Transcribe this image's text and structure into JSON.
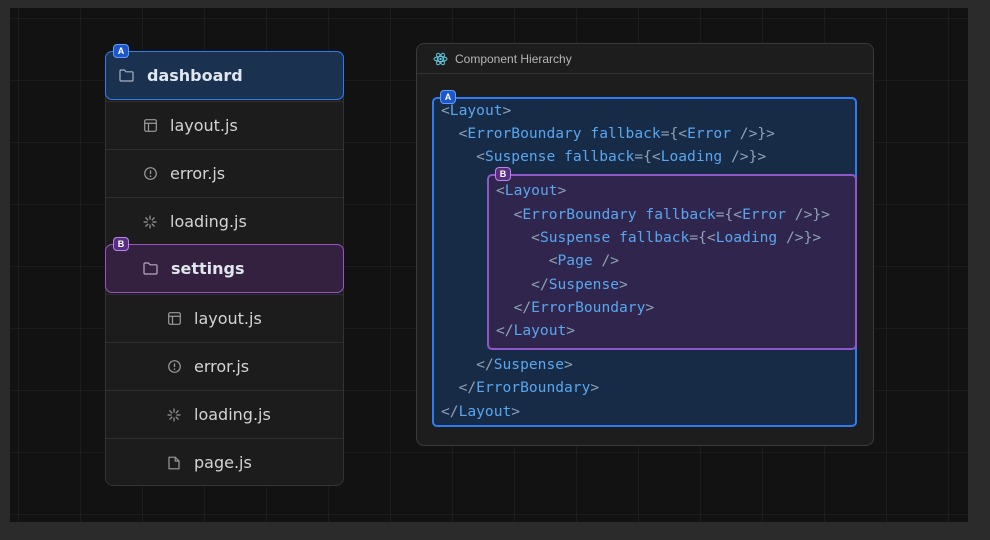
{
  "tree": {
    "folders": [
      {
        "badge": "A",
        "name": "dashboard"
      },
      {
        "badge": "B",
        "name": "settings"
      }
    ],
    "dashboard_files": [
      {
        "name": "layout.js",
        "icon": "layout-icon"
      },
      {
        "name": "error.js",
        "icon": "error-icon"
      },
      {
        "name": "loading.js",
        "icon": "loading-icon"
      }
    ],
    "settings_files": [
      {
        "name": "layout.js",
        "icon": "layout-icon"
      },
      {
        "name": "error.js",
        "icon": "error-icon"
      },
      {
        "name": "loading.js",
        "icon": "loading-icon"
      },
      {
        "name": "page.js",
        "icon": "page-icon"
      }
    ]
  },
  "panel": {
    "title": "Component Hierarchy",
    "icon": "react-icon",
    "badge_a": "A",
    "badge_b": "B",
    "code": {
      "l1": "Layout",
      "l2_tag": "ErrorBoundary",
      "l2_attr": "fallback",
      "l2_val": "Error",
      "l3_tag": "Suspense",
      "l3_attr": "fallback",
      "l3_val": "Loading",
      "b1": "Layout",
      "b2_tag": "ErrorBoundary",
      "b2_attr": "fallback",
      "b2_val": "Error",
      "b3_tag": "Suspense",
      "b3_attr": "fallback",
      "b3_val": "Loading",
      "b4": "Page",
      "b5": "Suspense",
      "b6": "ErrorBoundary",
      "b7": "Layout",
      "c1": "Suspense",
      "c2": "ErrorBoundary",
      "c3": "Layout"
    }
  },
  "colors": {
    "accent_a": "#2f7cf0",
    "accent_b": "#9555c8",
    "code_tag": "#58a6f0"
  }
}
